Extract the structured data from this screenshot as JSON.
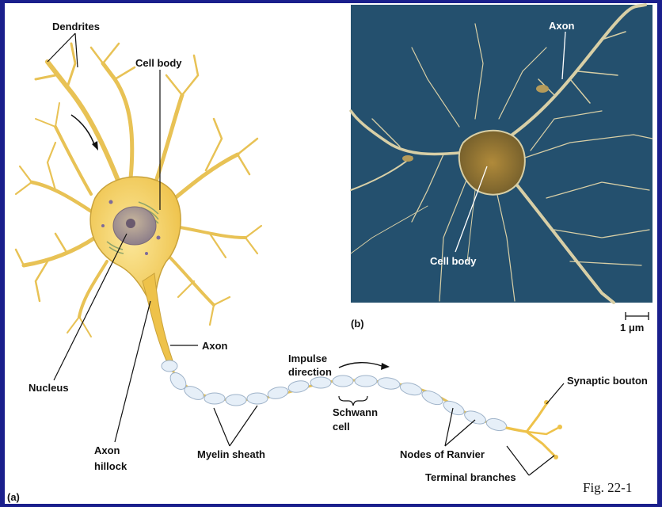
{
  "panel_a": {
    "letter": "(a)",
    "labels": {
      "dendrites": "Dendrites",
      "cell_body": "Cell body",
      "nucleus": "Nucleus",
      "axon": "Axon",
      "axon_hillock_1": "Axon",
      "axon_hillock_2": "hillock",
      "myelin_sheath": "Myelin sheath",
      "impulse_1": "Impulse",
      "impulse_2": "direction",
      "schwann_1": "Schwann",
      "schwann_2": "cell",
      "nodes_of_ranvier": "Nodes of Ranvier",
      "synaptic_bouton": "Synaptic bouton",
      "terminal_branches": "Terminal branches"
    }
  },
  "panel_b": {
    "letter": "(b)",
    "labels": {
      "axon": "Axon",
      "cell_body": "Cell body"
    },
    "scale_bar": "1 μm"
  },
  "figure_caption": "Fig. 22-1",
  "colors": {
    "frame": "#1a1f8c",
    "micrograph_bg": "#24506e",
    "neuron_yellow": "#f2d266",
    "neuron_outline": "#c9a23a",
    "myelin": "#dfeaf5"
  }
}
